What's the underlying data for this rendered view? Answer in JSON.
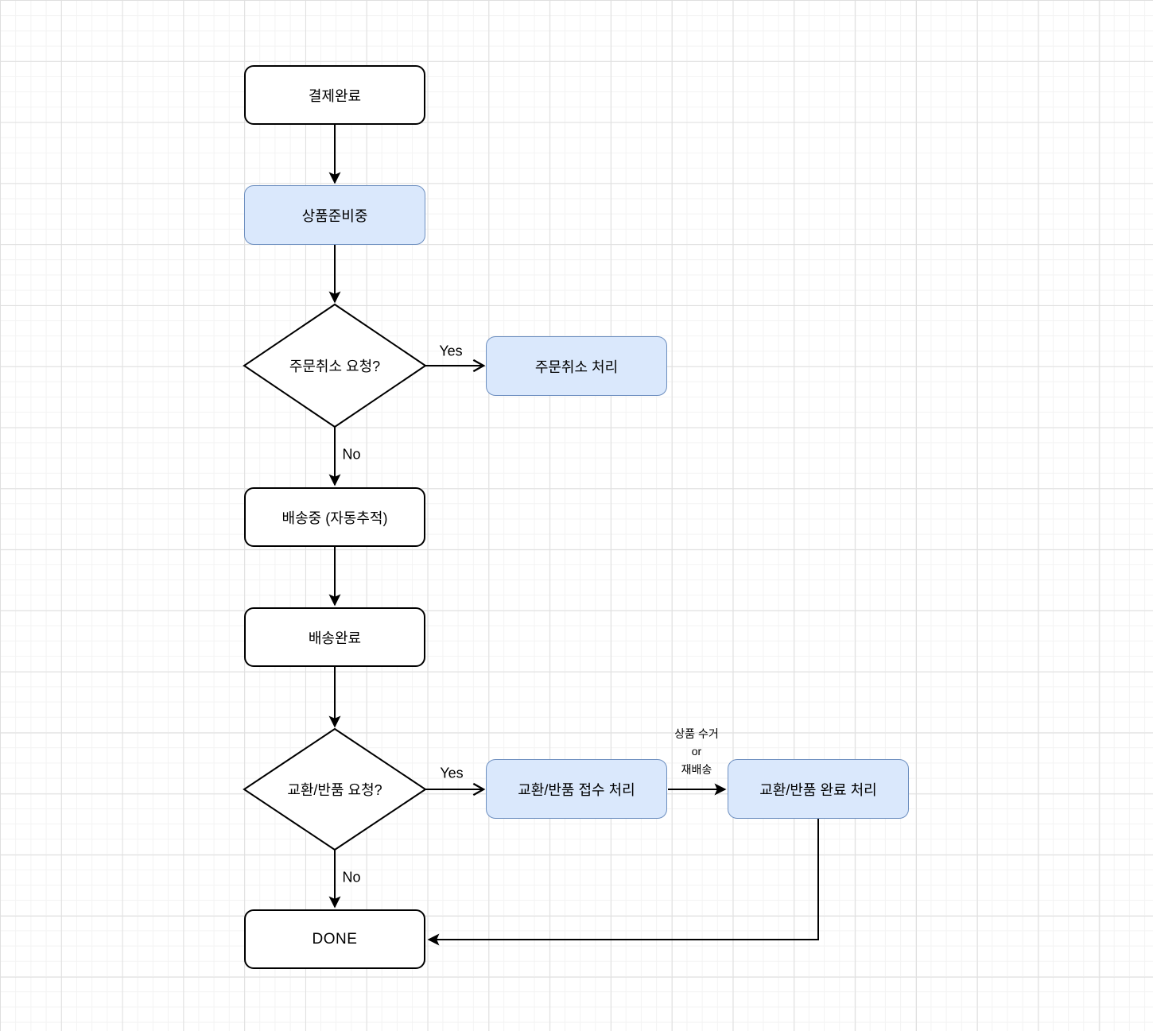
{
  "flowchart": {
    "nodes": [
      {
        "label": "결제완료",
        "shape": "rounded-rect",
        "fill": "white"
      },
      {
        "label": "상품준비중",
        "shape": "rounded-rect",
        "fill": "blue"
      },
      {
        "label": "주문취소 요청?",
        "shape": "diamond",
        "fill": "white"
      },
      {
        "label": "주문취소 처리",
        "shape": "rounded-rect",
        "fill": "blue"
      },
      {
        "label": "배송중 (자동추적)",
        "shape": "rounded-rect",
        "fill": "white"
      },
      {
        "label": "배송완료",
        "shape": "rounded-rect",
        "fill": "white"
      },
      {
        "label": "교환/반품 요청?",
        "shape": "diamond",
        "fill": "white"
      },
      {
        "label": "교환/반품 접수 처리",
        "shape": "rounded-rect",
        "fill": "blue"
      },
      {
        "label": "교환/반품 완료 처리",
        "shape": "rounded-rect",
        "fill": "blue"
      },
      {
        "label": "DONE",
        "shape": "rounded-rect",
        "fill": "white"
      }
    ],
    "edge_labels": {
      "cancel_yes": "Yes",
      "cancel_no": "No",
      "exchange_yes": "Yes",
      "exchange_no": "No",
      "pickup_line1": "상품 수거",
      "pickup_line2": "or",
      "pickup_line3": "재배송"
    },
    "edges": [
      {
        "from": "결제완료",
        "to": "상품준비중",
        "label": ""
      },
      {
        "from": "상품준비중",
        "to": "주문취소 요청?",
        "label": ""
      },
      {
        "from": "주문취소 요청?",
        "to": "주문취소 처리",
        "label": "Yes"
      },
      {
        "from": "주문취소 요청?",
        "to": "배송중 (자동추적)",
        "label": "No"
      },
      {
        "from": "배송중 (자동추적)",
        "to": "배송완료",
        "label": ""
      },
      {
        "from": "배송완료",
        "to": "교환/반품 요청?",
        "label": ""
      },
      {
        "from": "교환/반품 요청?",
        "to": "교환/반품 접수 처리",
        "label": "Yes"
      },
      {
        "from": "교환/반품 요청?",
        "to": "DONE",
        "label": "No"
      },
      {
        "from": "교환/반품 접수 처리",
        "to": "교환/반품 완료 처리",
        "label": "상품 수거 or 재배송"
      },
      {
        "from": "교환/반품 완료 처리",
        "to": "DONE",
        "label": ""
      }
    ],
    "colors": {
      "highlight_fill": "#dae8fc",
      "highlight_stroke": "#6c8ebf",
      "shape_stroke": "#000000",
      "background": "#ffffff",
      "grid_minor": "#f3f3f3",
      "grid_major": "#dfdfdf"
    }
  }
}
